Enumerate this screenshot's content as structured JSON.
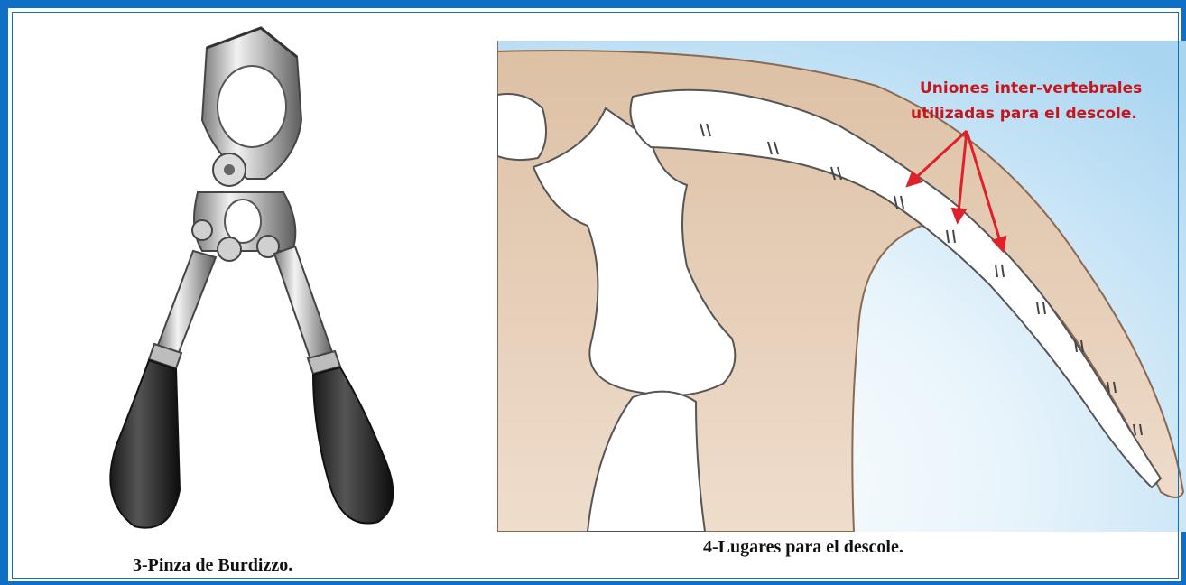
{
  "figure_left": {
    "caption": "3-Pinza de Burdizzo.",
    "illustration": "burdizzo-clamp"
  },
  "figure_right": {
    "caption": "4-Lugares para el descole.",
    "illustration": "tail-vertebrae",
    "annotation_line1": "Uniones inter-vertebrales",
    "annotation_line2": "utilizadas para el descole."
  },
  "colors": {
    "frame": "#0f6fc6",
    "annotation": "#c4161c",
    "arrows": "#e0202a",
    "skin": "#e7cdb4",
    "sky": "#b9ddf3",
    "bone": "#ffffff"
  }
}
